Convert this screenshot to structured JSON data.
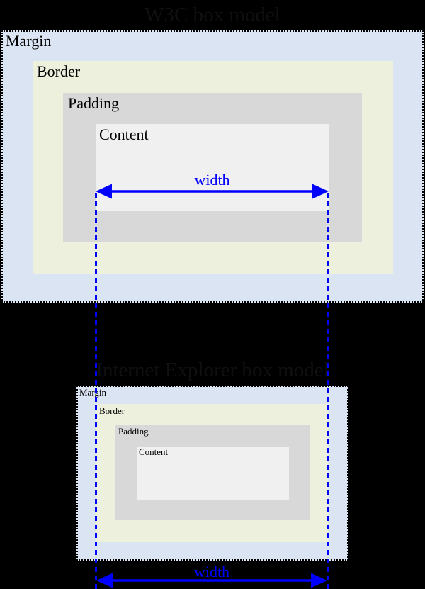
{
  "titles": {
    "top": "W3C box model",
    "bottom": "Internet Explorer box model"
  },
  "top_diagram": {
    "margin_label": "Margin",
    "border_label": "Border",
    "padding_label": "Padding",
    "content_label": "Content",
    "width_label": "width"
  },
  "bottom_diagram": {
    "margin_label": "Margin",
    "border_label": "Border",
    "padding_label": "Padding",
    "content_label": "Content",
    "width_label": "width"
  },
  "colors": {
    "background": "#000000",
    "margin_fill": "#dbe4f2",
    "border_fill": "#edf0dc",
    "padding_fill": "#d8d8d8",
    "content_fill": "#f0f0f0",
    "accent_blue": "#0000ff",
    "box_outline": "#000000",
    "title_text": "#101010"
  }
}
